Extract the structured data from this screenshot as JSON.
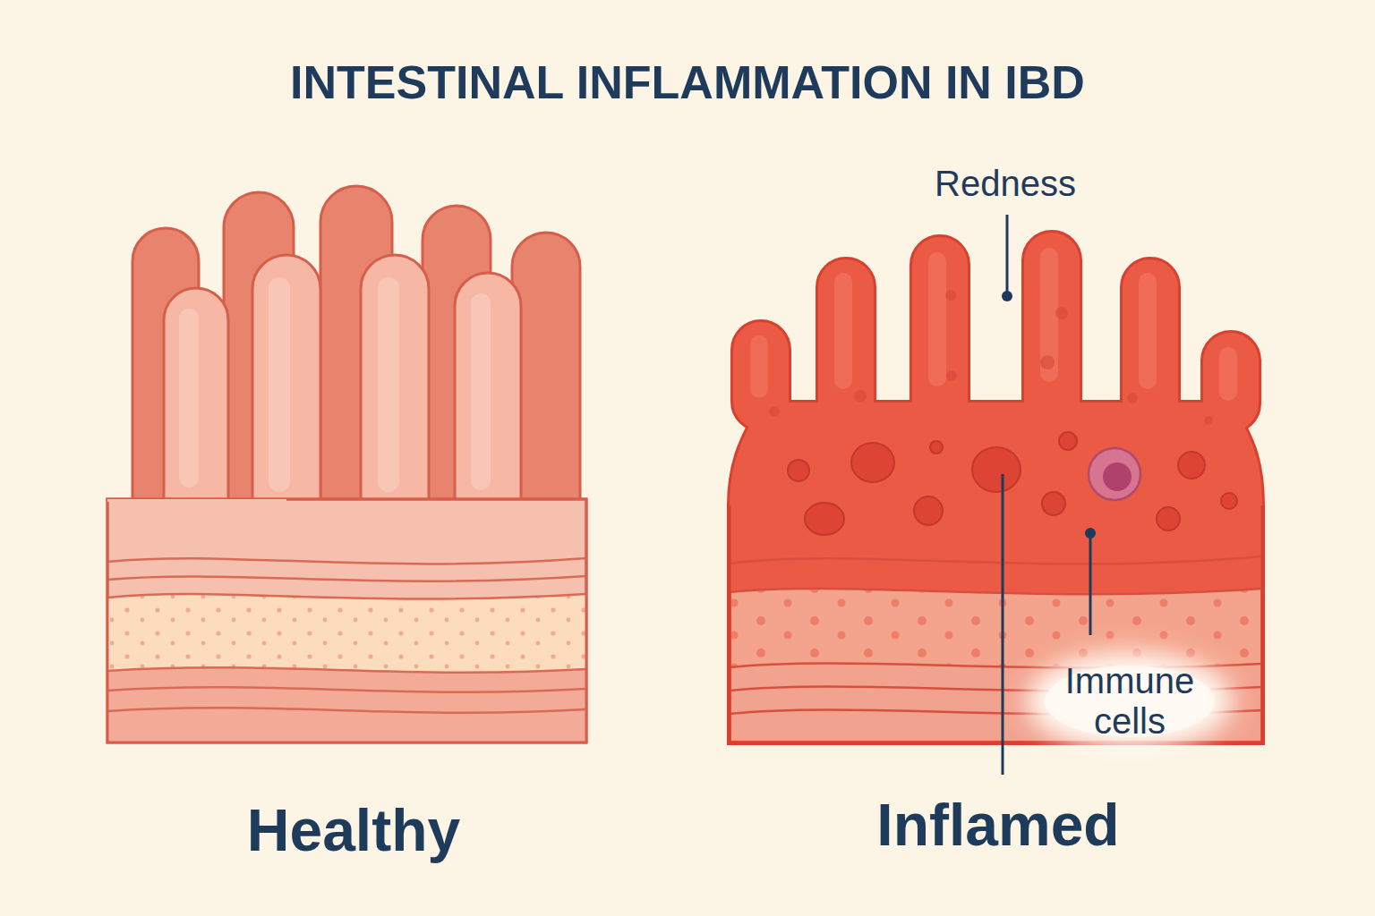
{
  "diagram": {
    "title": "INTESTINAL INFLAMMATION IN IBD",
    "labels": [
      "Redness",
      "Immune cells",
      "Healthy",
      "Inflamed"
    ]
  }
}
